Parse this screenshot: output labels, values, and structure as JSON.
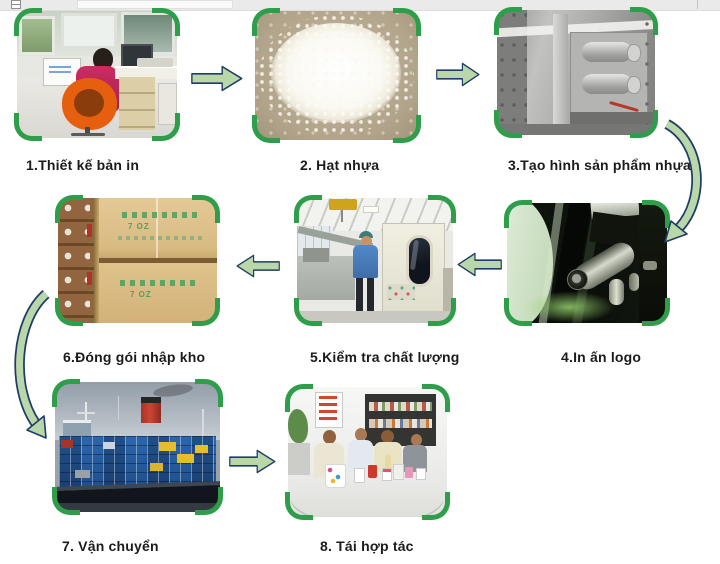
{
  "colors": {
    "background": "#ffffff",
    "arrow_fill": "#b9d7a8",
    "arrow_outline": "#1f3d68",
    "frame_corner_green": "#2e9e4b",
    "caption_color": "#1b1b1b"
  },
  "process": {
    "steps": [
      {
        "index": 1,
        "label": "1.Thiết kế bản in",
        "photo": "office-print-design"
      },
      {
        "index": 2,
        "label": "2. Hạt nhựa",
        "photo": "plastic-pellets"
      },
      {
        "index": 3,
        "label": "3.Tạo hình sản phẩm nhựa",
        "photo": "plastic-molding-machine"
      },
      {
        "index": 4,
        "label": "4.In ấn logo",
        "photo": "logo-printing-press"
      },
      {
        "index": 5,
        "label": "5.Kiểm tra chất lượng",
        "photo": "quality-inspection-workshop"
      },
      {
        "index": 6,
        "label": "6.Đóng gói nhập kho",
        "photo": "carton-packing-warehouse",
        "carton_text": "7 OZ"
      },
      {
        "index": 7,
        "label": "7. Vận chuyển",
        "photo": "container-ship"
      },
      {
        "index": 8,
        "label": "8. Tái hợp tác",
        "photo": "partner-meeting"
      }
    ],
    "flow": [
      "1→2",
      "2→3",
      "3→4",
      "4→5",
      "5→6",
      "6→7",
      "7→8"
    ]
  }
}
